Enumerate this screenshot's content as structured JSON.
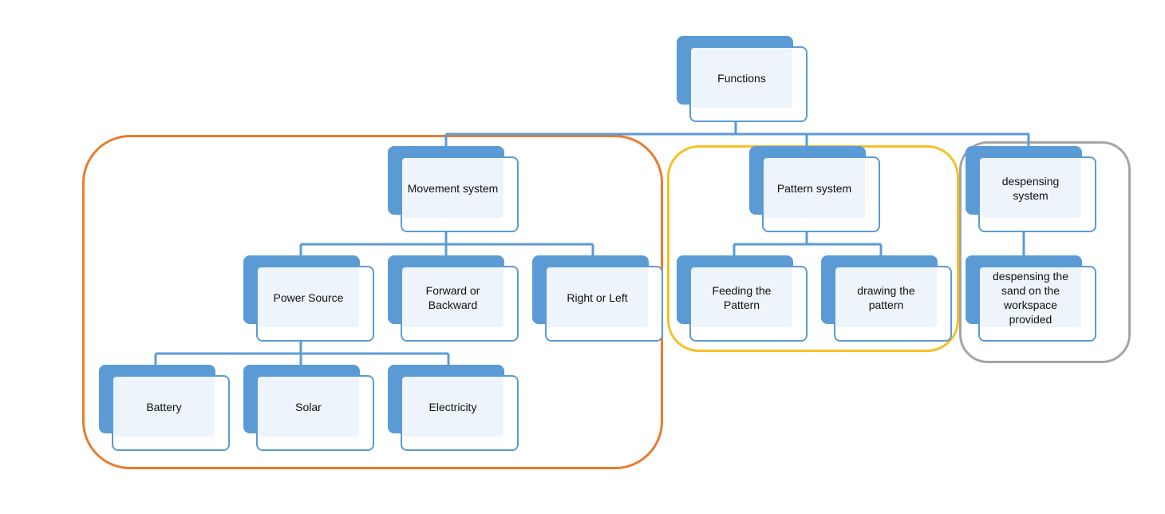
{
  "colors": {
    "node_fill": "#5b9bd5",
    "connector": "#5b9bd5",
    "movement_frame": "#e97c2f",
    "pattern_frame": "#f5c026",
    "dispensing_frame": "#a5a5a5"
  },
  "nodes": {
    "functions": "Functions",
    "movement_system": "Movement system",
    "pattern_system": "Pattern system",
    "despensing_system": "despensing system",
    "power_source": "Power Source",
    "forward_backward": "Forward or Backward",
    "right_left": "Right or Left",
    "feeding_pattern": "Feeding the Pattern",
    "drawing_pattern": "drawing the pattern",
    "despensing_sand": "despensing the sand on the workspace provided",
    "battery": "Battery",
    "solar": "Solar",
    "electricity": "Electricity"
  }
}
